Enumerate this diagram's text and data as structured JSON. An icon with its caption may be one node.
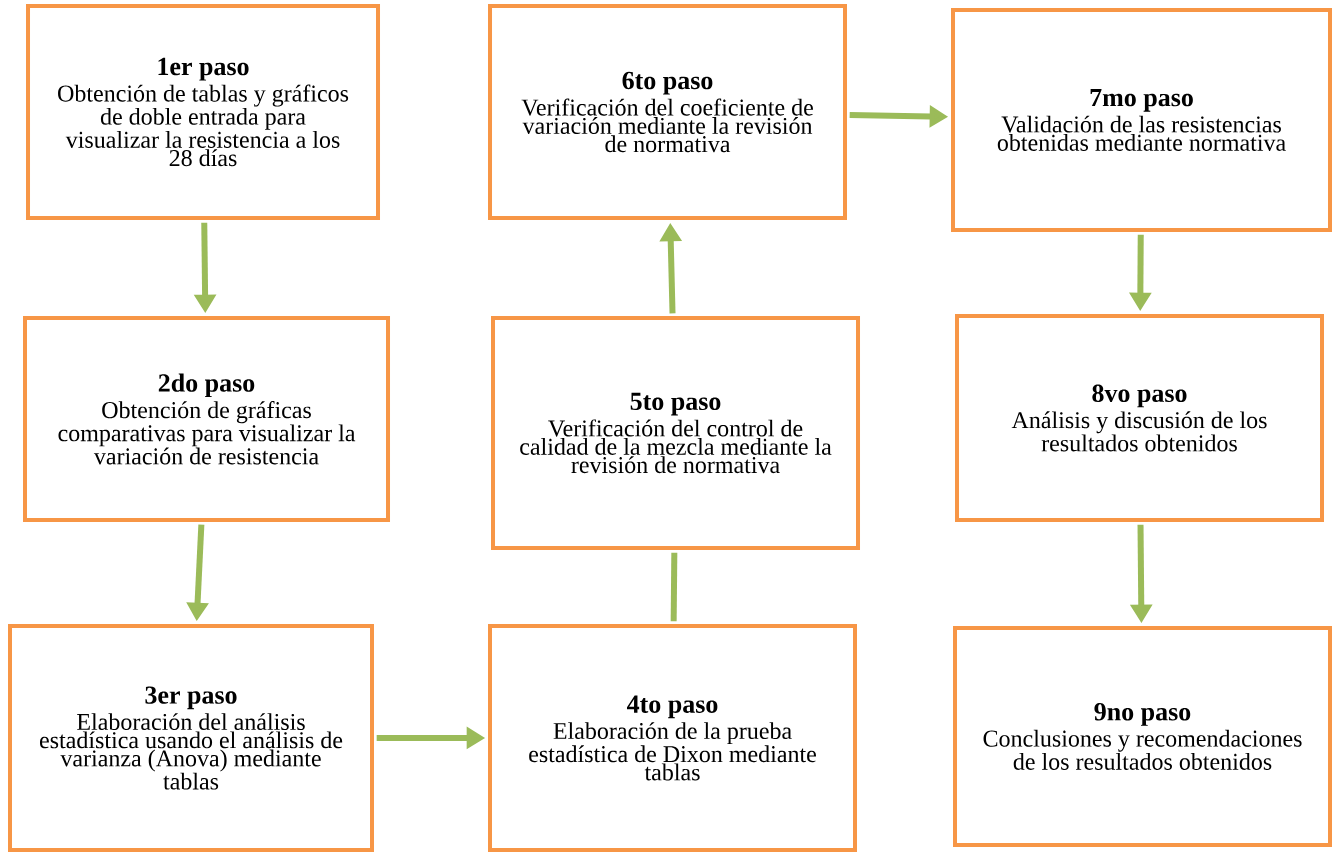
{
  "diagram": {
    "nodes": [
      {
        "text": [
          "1er paso",
          "Obtención de tablas y gráficos de doble entrada para visualizar la resistencia a los 28 días"
        ]
      },
      {
        "text": [
          "2do paso",
          "Obtención de gráficas comparativas para visualizar la variación de resistencia"
        ]
      },
      {
        "text": [
          "3er paso",
          "Elaboración del análisis estadística usando el análisis de varianza (Anova) mediante tablas"
        ]
      },
      {
        "text": [
          "4to paso",
          "Elaboración de la prueba estadística de Dixon mediante tablas"
        ]
      },
      {
        "text": [
          "5to paso",
          "Verificación del control de calidad de la mezcla mediante la revisión de normativa"
        ]
      },
      {
        "text": [
          "6to paso",
          "Verificación del coeficiente de variación mediante la revisión de normativa"
        ]
      },
      {
        "text": [
          "7mo paso",
          "Validación de las resistencias obtenidas mediante normativa"
        ]
      },
      {
        "text": [
          "8vo paso",
          "Análisis y discusión de los resultados obtenidos"
        ]
      },
      {
        "text": [
          "9no paso",
          "Conclusiones y recomendaciones de los resultados obtenidos"
        ]
      }
    ],
    "edges": [
      {
        "from": 0,
        "to": 1,
        "arrow": "to"
      },
      {
        "from": 1,
        "to": 2,
        "arrow": "to"
      },
      {
        "from": 2,
        "to": 3,
        "arrow": "to"
      },
      {
        "from": 3,
        "to": 4,
        "arrow": "none"
      },
      {
        "from": 4,
        "to": 5,
        "arrow": "to"
      },
      {
        "from": 5,
        "to": 6,
        "arrow": "to"
      },
      {
        "from": 6,
        "to": 7,
        "arrow": "to"
      },
      {
        "from": 7,
        "to": 8,
        "arrow": "to"
      }
    ]
  }
}
